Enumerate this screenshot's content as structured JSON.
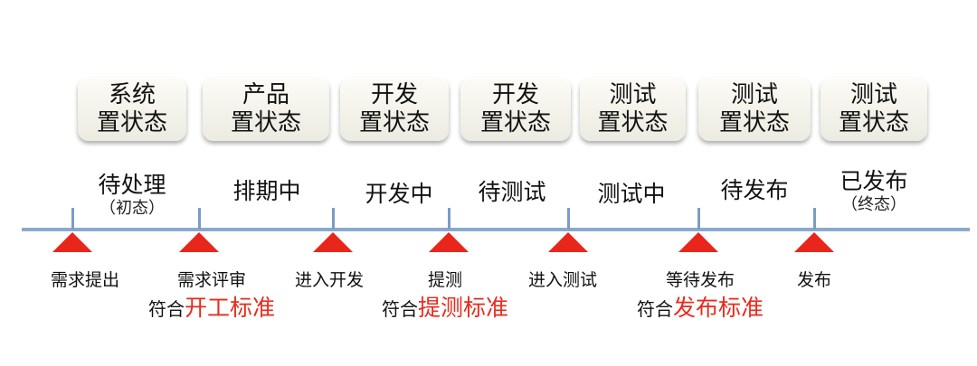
{
  "roles": [
    {
      "line1": "系统",
      "line2": "置状态"
    },
    {
      "line1": "产品",
      "line2": "置状态"
    },
    {
      "line1": "开发",
      "line2": "置状态"
    },
    {
      "line1": "开发",
      "line2": "置状态"
    },
    {
      "line1": "测试",
      "line2": "置状态"
    },
    {
      "line1": "测试",
      "line2": "置状态"
    },
    {
      "line1": "测试",
      "line2": "置状态"
    }
  ],
  "states": [
    {
      "label": "待处理",
      "sub": "（初态）"
    },
    {
      "label": "排期中",
      "sub": ""
    },
    {
      "label": "开发中",
      "sub": ""
    },
    {
      "label": "待测试",
      "sub": ""
    },
    {
      "label": "测试中",
      "sub": ""
    },
    {
      "label": "待发布",
      "sub": ""
    },
    {
      "label": "已发布",
      "sub": "（终态）"
    }
  ],
  "events": [
    {
      "label": "需求提出"
    },
    {
      "label": "需求评审"
    },
    {
      "label": "进入开发"
    },
    {
      "label": "提测"
    },
    {
      "label": "进入测试"
    },
    {
      "label": "等待发布"
    },
    {
      "label": "发布"
    }
  ],
  "criteria": [
    {
      "prefix": "符合",
      "highlight": "开工标准"
    },
    {
      "prefix": "符合",
      "highlight": "提测标准"
    },
    {
      "prefix": "符合",
      "highlight": "发布标准"
    }
  ],
  "colors": {
    "timeline": "#8aa9cf",
    "marker": "#e8261b",
    "highlight": "#ea2a1d",
    "box_top": "#fcfbf6",
    "box_bottom": "#ecebe1"
  }
}
